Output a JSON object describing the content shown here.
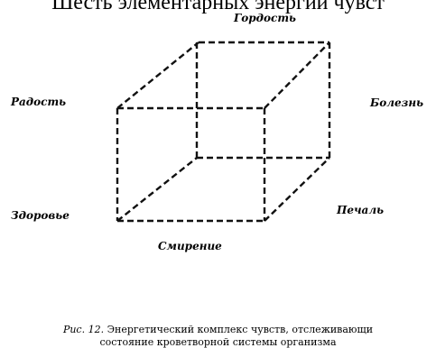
{
  "header_text": "Шесть элементарных энергий чувст",
  "nodes": {
    "top": "Гордость",
    "left_upper": "Радость",
    "right_upper": "Болезнь",
    "left_lower": "Здоровье",
    "right_lower": "Печаль",
    "bottom": "Смирение"
  },
  "caption": {
    "figure_number": "Рис. 12.",
    "line1": "Энергетический комплекс чувств, отслеживающи",
    "line2": "состояние кроветворной системы организма"
  },
  "colors": {
    "line": "#111111",
    "text": "#000000",
    "background": "#ffffff"
  }
}
